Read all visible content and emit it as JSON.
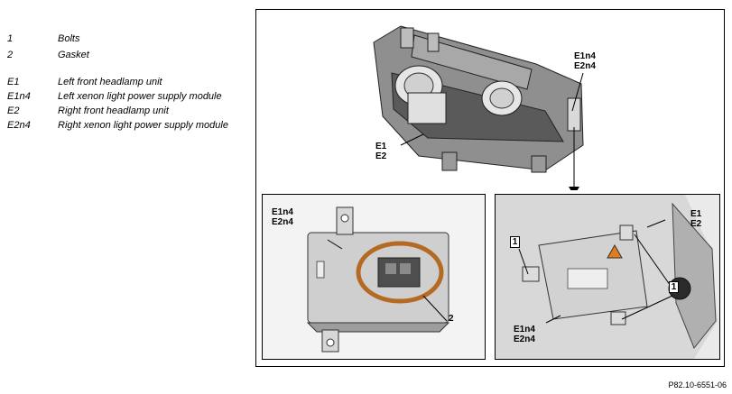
{
  "legend": {
    "items": [
      {
        "key": "1",
        "text": "Bolts"
      },
      {
        "key": "2",
        "text": "Gasket"
      },
      {
        "key": "E1",
        "text": "Left front headlamp unit"
      },
      {
        "key": "E1n4",
        "text": "Left xenon light power supply module"
      },
      {
        "key": "E2",
        "text": "Right front headlamp unit"
      },
      {
        "key": "E2n4",
        "text": "Right xenon light power supply module"
      }
    ]
  },
  "figure": {
    "main": {
      "callout_module": [
        "E1n4",
        "E2n4"
      ],
      "callout_headlamp": [
        "E1",
        "E2"
      ]
    },
    "inset_left": {
      "callout_module": [
        "E1n4",
        "E2n4"
      ],
      "callout_gasket": "2"
    },
    "inset_right": {
      "callout_headlamp": [
        "E1",
        "E2"
      ],
      "callout_bolt_left": "1",
      "callout_bolt_right": "1",
      "callout_module": [
        "E1n4",
        "E2n4"
      ]
    }
  },
  "reference": "P82.10-6551-06"
}
